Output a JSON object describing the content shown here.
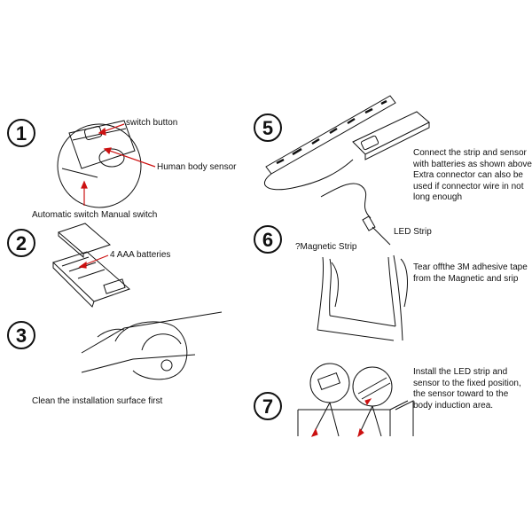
{
  "steps": {
    "s1": {
      "number": "1",
      "switch_button": "switch button",
      "human_body_sensor": "Human body sensor",
      "automatic_switch": "Automatic switch",
      "manual_switch": "Manual switch"
    },
    "s2": {
      "number": "2",
      "batteries": "4 AAA batteries"
    },
    "s3": {
      "number": "3",
      "caption": "Clean the installation surface first"
    },
    "s5": {
      "number": "5",
      "caption": "Connect the strip and sensor\nwith batteries as shown above\nExtra connector can also be\nused if connector wire in not\nlong enough"
    },
    "s6": {
      "number": "6",
      "magnetic_strip": "?Magnetic Strip",
      "led_strip": "LED Strip",
      "caption": "Tear offthe 3M adhesive tape\nfrom the Magnetic and srip"
    },
    "s7": {
      "number": "7",
      "caption": "Install the LED strip and\nsensor to the fixed position,\nthe sensor toward to the\nbody induction area."
    }
  },
  "colors": {
    "line": "#111111",
    "accent": "#cc1111"
  }
}
